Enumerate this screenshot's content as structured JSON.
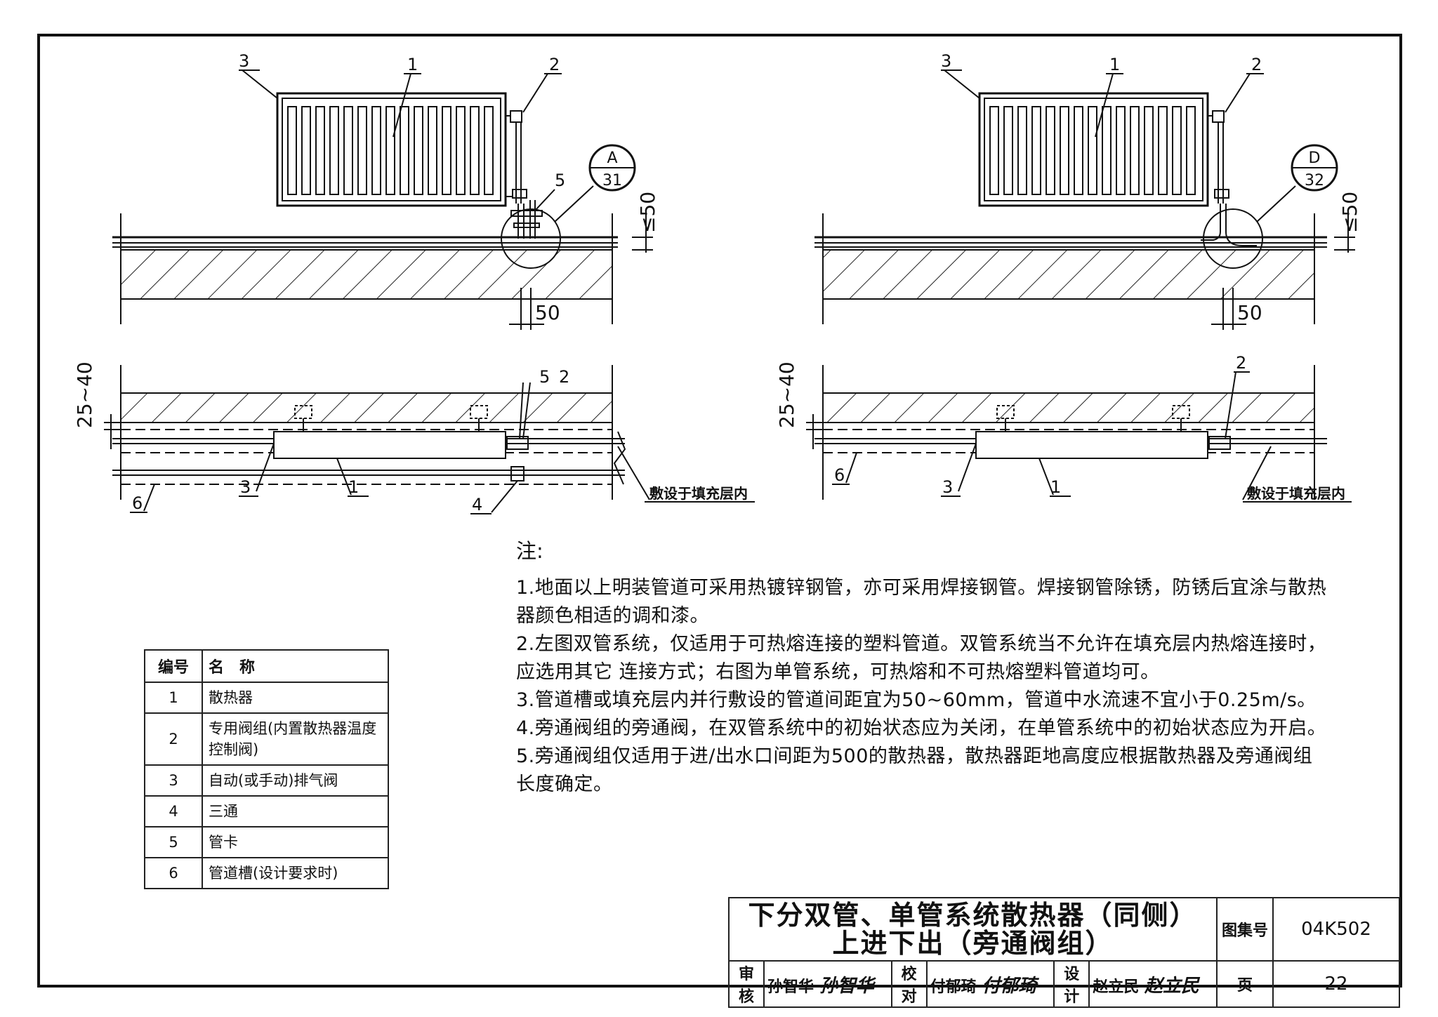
{
  "left_diagram": {
    "callouts": {
      "c1": "1",
      "c2": "2",
      "c3": "3",
      "c4": "4",
      "c5": "5",
      "c6": "6"
    },
    "detail_ref": {
      "top": "A",
      "bottom": "31"
    },
    "dim_gap": "≤50",
    "dim_offset": "50",
    "dim_depth": "25~40",
    "laid_note": "敷设于填充层内"
  },
  "right_diagram": {
    "callouts": {
      "c1": "1",
      "c2": "2",
      "c3": "3",
      "c6": "6"
    },
    "detail_ref": {
      "top": "D",
      "bottom": "32"
    },
    "dim_gap": "≤50",
    "dim_offset": "50",
    "dim_depth": "25~40",
    "laid_note": "敷设于填充层内"
  },
  "notes": {
    "heading": "注:",
    "lines": [
      "1.地面以上明装管道可采用热镀锌钢管，亦可采用焊接钢管。焊接钢管除锈，防锈后宜涂与散热",
      "器颜色相适的调和漆。",
      "2.左图双管系统，仅适用于可热熔连接的塑料管道。双管系统当不允许在填充层内热熔连接时，",
      "应选用其它 连接方式；右图为单管系统，可热熔和不可热熔塑料管道均可。",
      "3.管道槽或填充层内并行敷设的管道间距宜为50~60mm，管道中水流速不宜小于0.25m/s。",
      "4.旁通阀组的旁通阀，在双管系统中的初始状态应为关闭，在单管系统中的初始状态应为开启。",
      "5.旁通阀组仅适用于进/出水口间距为500的散热器，散热器距地高度应根据散热器及旁通阀组",
      "长度确定。"
    ]
  },
  "legend": {
    "header": {
      "no": "编号",
      "name": "名　称"
    },
    "rows": [
      {
        "no": "1",
        "name": "散热器"
      },
      {
        "no": "2",
        "name": "专用阀组(内置散热器温度控制阀)"
      },
      {
        "no": "3",
        "name": "自动(或手动)排气阀"
      },
      {
        "no": "4",
        "name": "三通"
      },
      {
        "no": "5",
        "name": "管卡"
      },
      {
        "no": "6",
        "name": "管道槽(设计要求时)"
      }
    ]
  },
  "title_block": {
    "title_line1": "下分双管、单管系统散热器（同侧）",
    "title_line2": "上进下出（旁通阀组）",
    "atlas_label": "图集号",
    "atlas_no": "04K502",
    "review_label": "审核",
    "reviewer": "孙智华",
    "reviewer_sig": "孙智华",
    "check_label": "校对",
    "checker": "付郁琦",
    "checker_sig": "付郁琦",
    "design_label": "设计",
    "designer": "赵立民",
    "designer_sig": "赵立民",
    "page_label": "页",
    "page_no": "22"
  }
}
